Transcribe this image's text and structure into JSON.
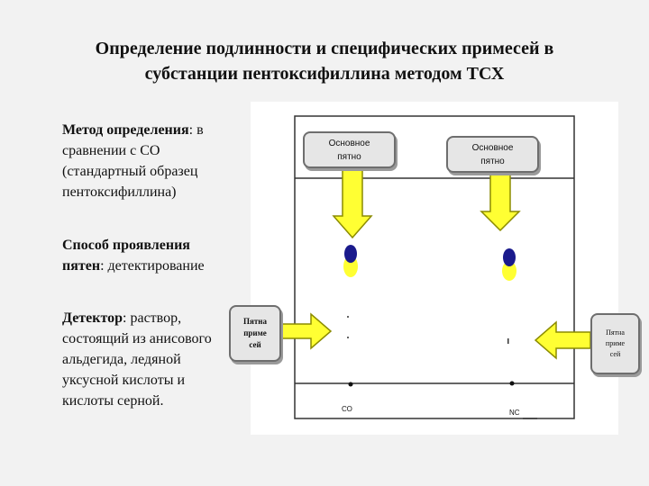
{
  "title": {
    "line1": "Определение подлинности и специфических примесей в",
    "line2": "субстанции пентоксифиллина методом ТСХ"
  },
  "method": {
    "label": "Метод определения",
    "rest1": ": в",
    "line2": "сравнении с СО",
    "line3": "(стандартный образец",
    "line4": "пентоксифиллина)"
  },
  "visualization": {
    "label1": "Способ проявления",
    "label2": "пятен",
    "rest": ": детектирование"
  },
  "detector": {
    "label": "Детектор",
    "rest1": ": раствор,",
    "line2": "состоящий из анисового",
    "line3": "альдегида, ледяной",
    "line4": "уксусной кислоты и",
    "line5": "кислоты серной."
  },
  "callouts": {
    "main_spot_left": [
      "Основное",
      "пятно"
    ],
    "main_spot_right": [
      "Основное",
      "пятно"
    ],
    "impurity_left": [
      "Пятна",
      "приме",
      "сей"
    ],
    "impurity_right": [
      "Пятна",
      "приме",
      "сей"
    ]
  },
  "lanes": {
    "left": "СО",
    "right": "ИС"
  },
  "colors": {
    "arrow_fill": "#ffff33",
    "arrow_stroke": "#8c8c00",
    "spot_top": "#1a1a8c",
    "spot_bottom": "#ffff33",
    "plate_border": "#333333"
  }
}
